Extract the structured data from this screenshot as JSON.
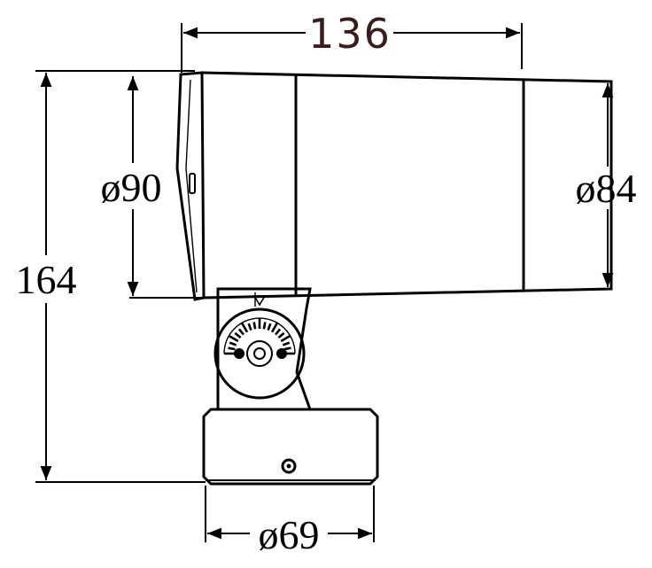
{
  "dimensions": {
    "top_width": "136",
    "overall_height": "164",
    "front_diameter": "ø90",
    "rear_diameter": "ø84",
    "base_diameter": "ø69"
  },
  "colors": {
    "line": "#000000",
    "top_label": "#3a1c1c",
    "background": "#ffffff"
  }
}
